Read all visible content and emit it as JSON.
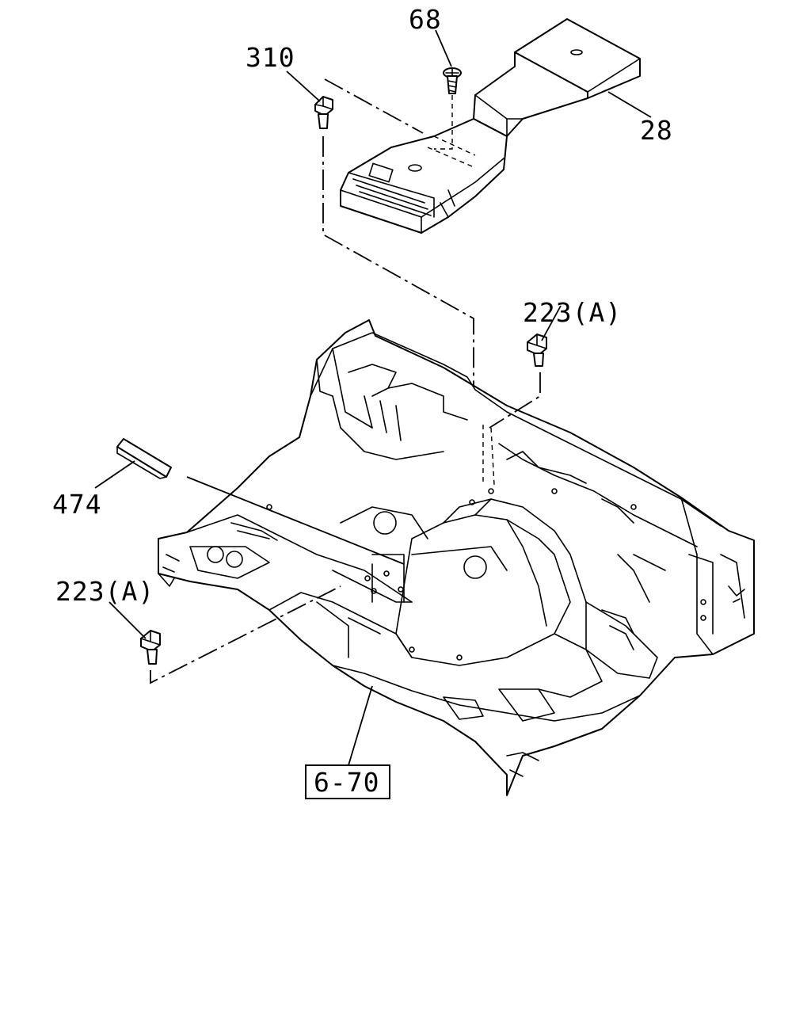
{
  "diagram": {
    "callouts": {
      "part_68": "68",
      "part_310": "310",
      "part_28": "28",
      "part_223_upper": "223(A)",
      "part_474": "474",
      "part_223_lower": "223(A)",
      "ref_6_70": "6-70"
    },
    "colors": {
      "line": "#000000",
      "background": "#ffffff"
    }
  }
}
